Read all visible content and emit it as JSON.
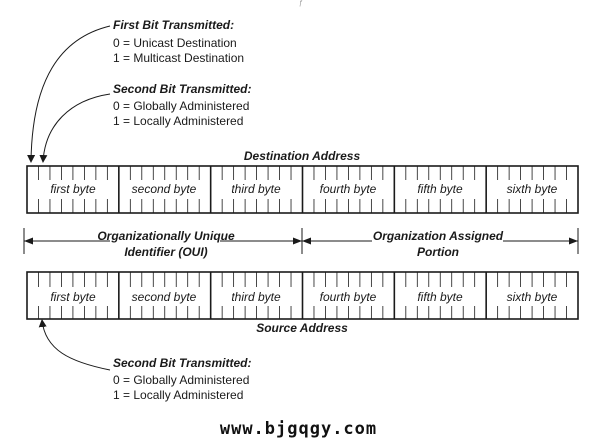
{
  "top_note_1": {
    "heading": "First Bit Transmitted:",
    "line1": "0 = Unicast Destination",
    "line2": "1 = Multicast Destination"
  },
  "top_note_2": {
    "heading": "Second Bit Transmitted:",
    "line1": "0 = Globally Administered",
    "line2": "1 = Locally Administered"
  },
  "destination_label": "Destination Address",
  "source_label": "Source Address",
  "bytes": [
    "first byte",
    "second byte",
    "third byte",
    "fourth byte",
    "fifth byte",
    "sixth byte"
  ],
  "oui_label_line1": "Organizationally Unique",
  "oui_label_line2": "Identifier (OUI)",
  "org_label_line1": "Organization Assigned",
  "org_label_line2": "Portion",
  "bottom_note": {
    "heading": "Second Bit Transmitted:",
    "line1": "0 = Globally Administered",
    "line2": "1 = Locally Administered"
  },
  "watermark": "www.bjgqgy.com",
  "top_mark": "ƒ"
}
